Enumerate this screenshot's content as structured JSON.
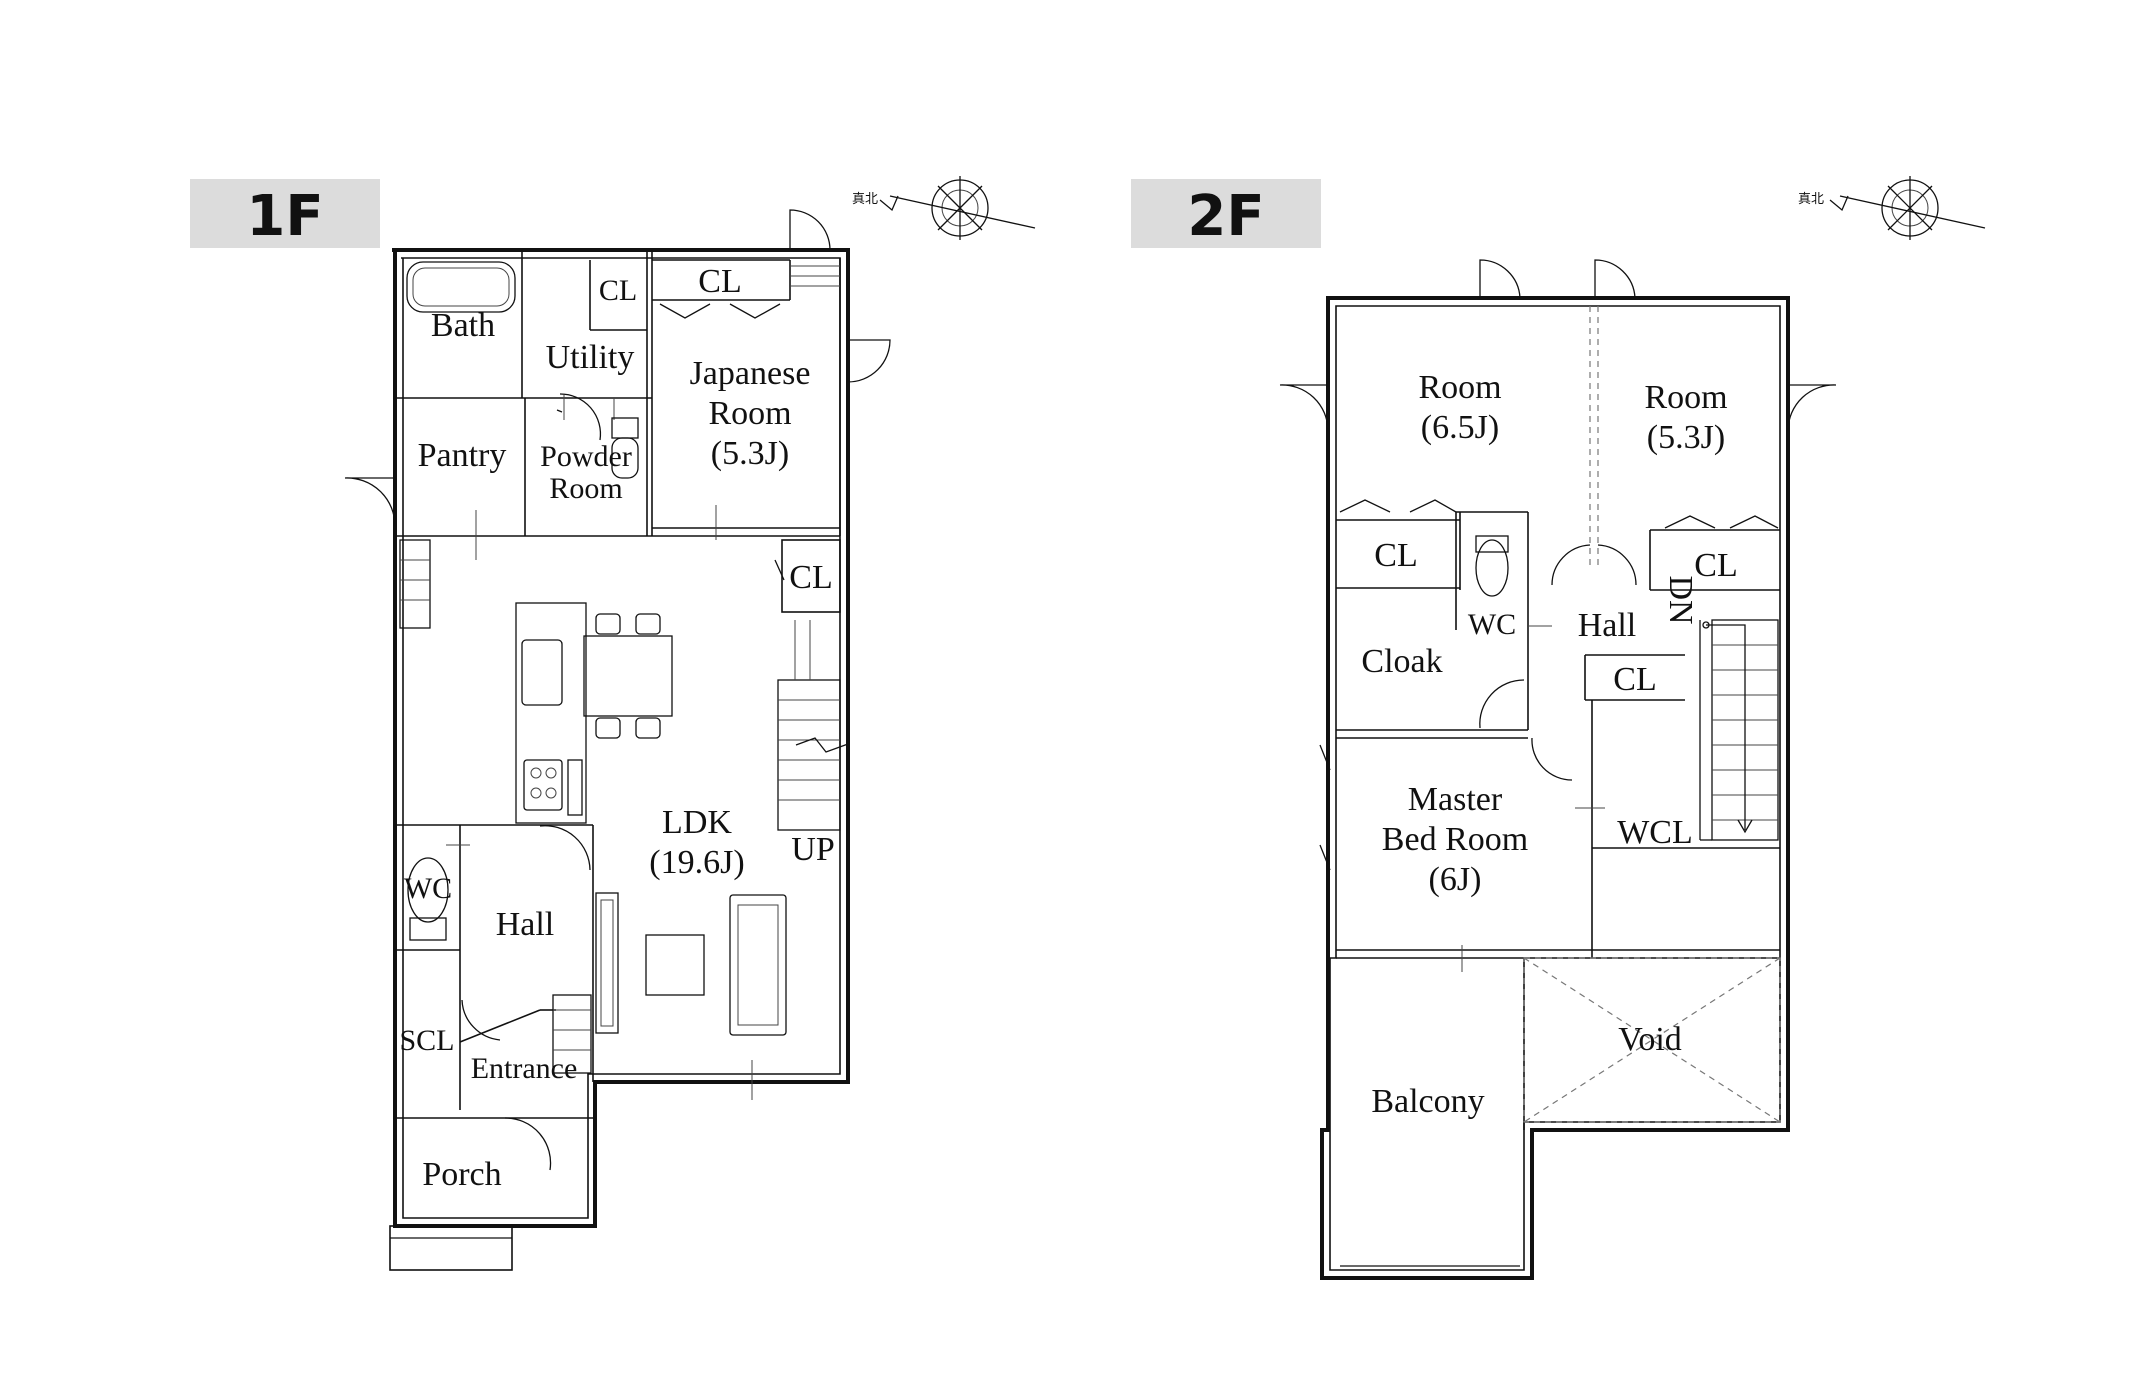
{
  "floors": [
    {
      "badge": "1F",
      "north_label": "真北",
      "rooms": {
        "bath": "Bath",
        "utility": "Utility",
        "cl_utility": "CL",
        "cl_japanese": "CL",
        "japanese_l1": "Japanese",
        "japanese_l2": "Room",
        "japanese_l3": "(5.3J)",
        "pantry": "Pantry",
        "powder_l1": "Powder",
        "powder_l2": "Room",
        "cl_ldk": "CL",
        "ldk_l1": "LDK",
        "ldk_l2": "(19.6J)",
        "up": "UP",
        "wc": "WC",
        "hall": "Hall",
        "scl": "SCL",
        "entrance": "Entrance",
        "porch": "Porch"
      }
    },
    {
      "badge": "2F",
      "north_label": "真北",
      "rooms": {
        "room1_l1": "Room",
        "room1_l2": "(6.5J)",
        "room2_l1": "Room",
        "room2_l2": "(5.3J)",
        "cl_left": "CL",
        "cl_right": "CL",
        "wc": "WC",
        "hall": "Hall",
        "dn": "DN",
        "cloak": "Cloak",
        "cl_hall": "CL",
        "master_l1": "Master",
        "master_l2": "Bed Room",
        "master_l3": "(6J)",
        "wcl": "WCL",
        "void": "Void",
        "balcony": "Balcony"
      }
    }
  ]
}
